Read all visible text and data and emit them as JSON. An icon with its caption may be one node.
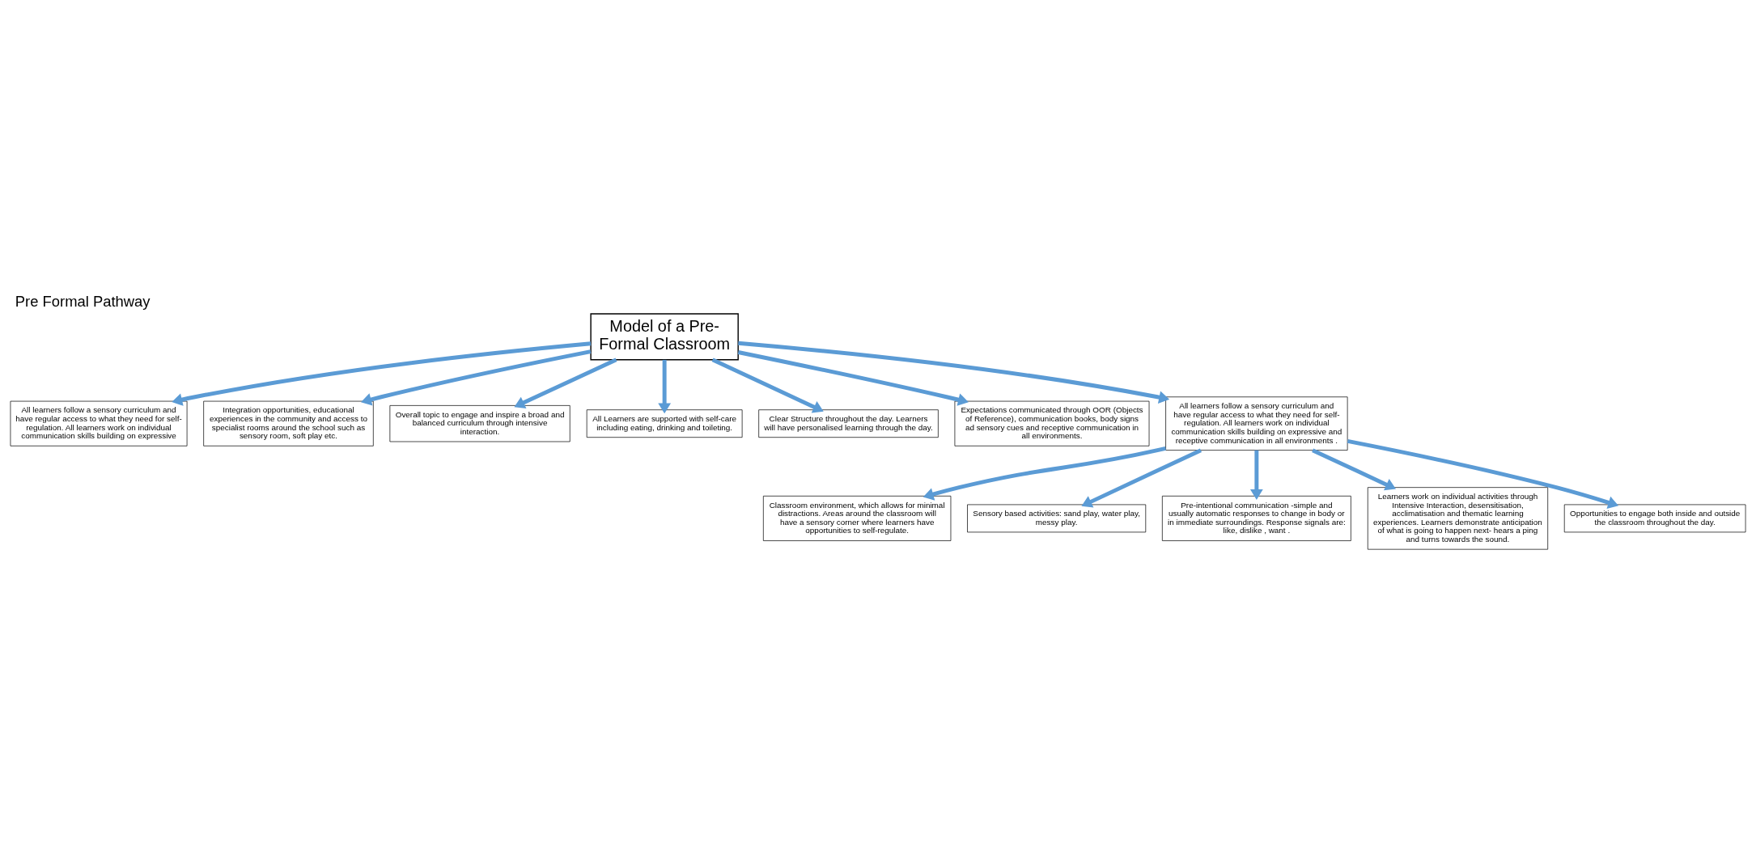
{
  "diagram": {
    "title": "Pre Formal Pathway",
    "nodes": [
      {
        "text": [
          "Model of a Pre-Formal Classroom"
        ]
      },
      {
        "text": [
          "All learners follow a sensory curriculum and have regular access to what they need for self-regulation. All learners work on individual communication skills building on expressive"
        ]
      },
      {
        "text": [
          "Integration opportunities, educational experiences in the community and access to specialist rooms around the school such as sensory room, soft play etc."
        ]
      },
      {
        "text": [
          "Overall topic to engage and inspire a broad and balanced curriculum through intensive interaction."
        ]
      },
      {
        "text": [
          "All Learners are supported with self-care including eating, drinking and toileting."
        ]
      },
      {
        "text": [
          "Clear Structure throughout the day. Learners will have personalised learning through the day."
        ]
      },
      {
        "text": [
          "Expectations communicated through OOR (Objects of Reference), communication books, body signs ad sensory cues and receptive communication in all environments."
        ]
      },
      {
        "text": [
          "Classroom environment, which allows for minimal distractions. Areas around the classroom will have a sensory corner where learners have opportunities to self-regulate."
        ]
      },
      {
        "text": [
          "All learners follow a sensory curriculum and have regular access to what they need for self-regulation. All learners work on individual communication skills building on expressive and receptive communication in all environments ."
        ]
      },
      {
        "text": [
          "Sensory based activities: sand play, water play, messy play."
        ]
      },
      {
        "text": [
          "Pre-intentional communication -simple and usually automatic responses to change in body or in immediate surroundings. Response signals are: like, dislike , want ."
        ]
      },
      {
        "text": [
          "Learners work on individual activities through Intensive Interaction, desensitisation, acclimatisation and thematic learning experiences. Learners demonstrate anticipation of what is going to happen next- hears a ping and turns towards the sound."
        ]
      },
      {
        "text": [
          "Opportunities to engage both inside and outside the classroom throughout the day."
        ]
      }
    ],
    "edges": [
      {
        "from": 0,
        "to": 1,
        "arrow": "to"
      },
      {
        "from": 0,
        "to": 2,
        "arrow": "to"
      },
      {
        "from": 0,
        "to": 3,
        "arrow": "to"
      },
      {
        "from": 0,
        "to": 4,
        "arrow": "to"
      },
      {
        "from": 0,
        "to": 5,
        "arrow": "to"
      },
      {
        "from": 0,
        "to": 6,
        "arrow": "to"
      },
      {
        "from": 0,
        "to": 8,
        "arrow": "to"
      },
      {
        "from": 8,
        "to": 7,
        "arrow": "to"
      },
      {
        "from": 8,
        "to": 9,
        "arrow": "to"
      },
      {
        "from": 8,
        "to": 10,
        "arrow": "to"
      },
      {
        "from": 8,
        "to": 11,
        "arrow": "to"
      },
      {
        "from": 8,
        "to": 12,
        "arrow": "to"
      }
    ]
  }
}
